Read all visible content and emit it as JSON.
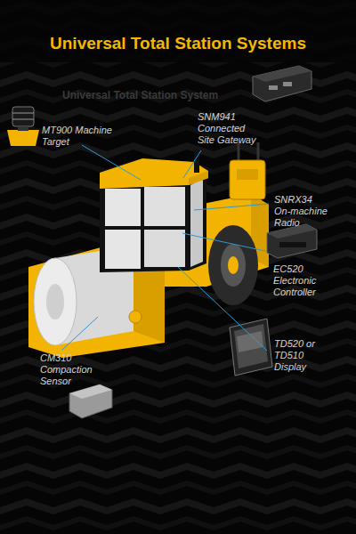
{
  "diagram": {
    "title": "Universal Total Station Systems",
    "labels": [
      "Universal Total Station System",
      "MT900 Machine Target",
      "SNM941 Connected Site Gateway",
      "SNRX34 On-machine Radio",
      "EC520 Electronic Controller",
      "TD520 or TD510 Display",
      "CM310 Compaction Sensor"
    ]
  }
}
